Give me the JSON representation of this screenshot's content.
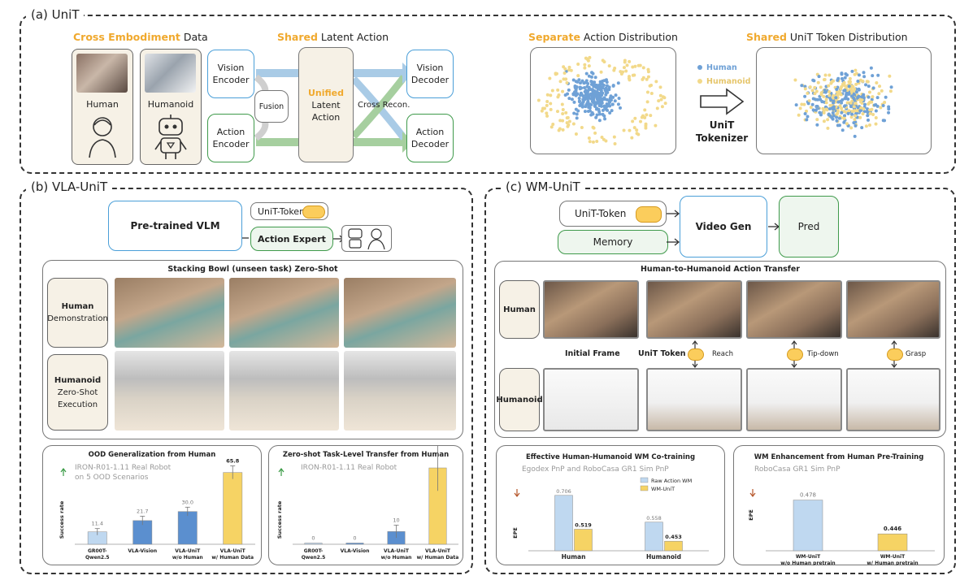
{
  "panel_a": {
    "label": "(a) UniT",
    "cross_word": "Cross Embodiment",
    "cross_rest": " Data",
    "shared_word": "Shared",
    "shared_rest": " Latent Action",
    "human": "Human",
    "humanoid": "Humanoid",
    "vision_encoder": "Vision Encoder",
    "action_encoder": "Action Encoder",
    "fusion": "Fusion",
    "unified_word": "Unified",
    "latent_action": "Latent Action",
    "cross_recon": "Cross Recon.",
    "vision_decoder": "Vision Decoder",
    "action_decoder": "Action Decoder",
    "separate_word": "Separate",
    "separate_rest": " Action Distribution",
    "shared_tok_word": "Shared",
    "shared_tok_rest": " UniT Token Distribution",
    "legend_human": "Human",
    "legend_humanoid": "Humanoid",
    "tokenizer_line1": "UniT",
    "tokenizer_line2": "Tokenizer",
    "colors": {
      "human": "#6fa1d6",
      "humanoid": "#f2d98a",
      "accent": "#f0a92e"
    }
  },
  "panel_b": {
    "label": "(b) VLA-UniT",
    "vlm": "Pre-trained VLM",
    "unit_token": "UniT-Token",
    "action_expert": "Action Expert",
    "demo_title": "Stacking Bowl (unseen task) Zero-Shot",
    "human_demo_1": "Human",
    "human_demo_2": "Demonstration",
    "humanoid_1": "Humanoid",
    "humanoid_2": "Zero-Shot",
    "humanoid_3": "Execution"
  },
  "panel_c": {
    "label": "(c) WM-UniT",
    "unit_token": "UniT-Token",
    "memory": "Memory",
    "video_gen": "Video Gen",
    "pred": "Pred",
    "transfer_title": "Human-to-Humanoid Action Transfer",
    "human": "Human",
    "humanoid": "Humanoid",
    "initial_frame": "Initial Frame",
    "unit_token_label": "UniT Token",
    "reach": "Reach",
    "tip_down": "Tip-down",
    "grasp": "Grasp"
  },
  "chart_data": [
    {
      "type": "bar",
      "title": "OOD Generalization from Human",
      "subtitle": "IRON-R01-1.11 Real Robot on 5 OOD Scenarios",
      "ylabel": "Success rate",
      "categories": [
        "GR00T-Qwen2.5",
        "VLA-Vision",
        "VLA-UniT w/o Human",
        "VLA-UniT w/ Human Data"
      ],
      "values": [
        11.4,
        21.7,
        30.0,
        65.8
      ],
      "value_labels": [
        "11.4",
        "21.7",
        "30.0",
        "65.8"
      ],
      "errors": [
        3,
        4,
        4,
        6
      ],
      "colors": [
        "#bfd8f0",
        "#5b8fcf",
        "#5b8fcf",
        "#f6d364"
      ],
      "ylim": [
        0,
        70
      ]
    },
    {
      "type": "bar",
      "title": "Zero-shot Task-Level Transfer from Human",
      "subtitle": "IRON-R01-1.11  Real Robot",
      "ylabel": "Success rate",
      "categories": [
        "GR00T-Qwen2.5",
        "VLA-Vision",
        "VLA-UniT w/o Human",
        "VLA-UniT w/ Human Data"
      ],
      "values": [
        0,
        0,
        10,
        60
      ],
      "value_labels": [
        "0",
        "0",
        "10",
        "60"
      ],
      "errors": [
        0,
        0,
        5,
        18
      ],
      "colors": [
        "#bfd8f0",
        "#5b8fcf",
        "#5b8fcf",
        "#f6d364"
      ],
      "ylim": [
        0,
        60
      ]
    },
    {
      "type": "bar",
      "title": "Effective Human-Humanoid WM Co-training",
      "subtitle": "Egodex PnP and RoboCasa GR1 Sim PnP",
      "ylabel": "EPE",
      "categories": [
        "Human",
        "Humanoid"
      ],
      "series": [
        {
          "name": "Raw Action WM",
          "values": [
            0.706,
            0.558
          ],
          "color": "#bfd8f0"
        },
        {
          "name": "WM-UniT",
          "values": [
            0.519,
            0.453
          ],
          "color": "#f6d364"
        }
      ],
      "value_labels": [
        "0.706",
        "0.519",
        "0.558",
        "0.453"
      ],
      "ylim": [
        0.4,
        0.75
      ]
    },
    {
      "type": "bar",
      "title": "WM Enhancement from Human Pre-Training",
      "subtitle": "RoboCasa GR1 Sim PnP",
      "ylabel": "EPE",
      "categories": [
        "WM-UniT w/o Human pretrain",
        "WM-UniT w/ Human pretrain"
      ],
      "values": [
        0.478,
        0.446
      ],
      "value_labels": [
        "0.478",
        "0.446"
      ],
      "colors": [
        "#bfd8f0",
        "#f6d364"
      ],
      "ylim": [
        0.43,
        0.49
      ]
    }
  ]
}
